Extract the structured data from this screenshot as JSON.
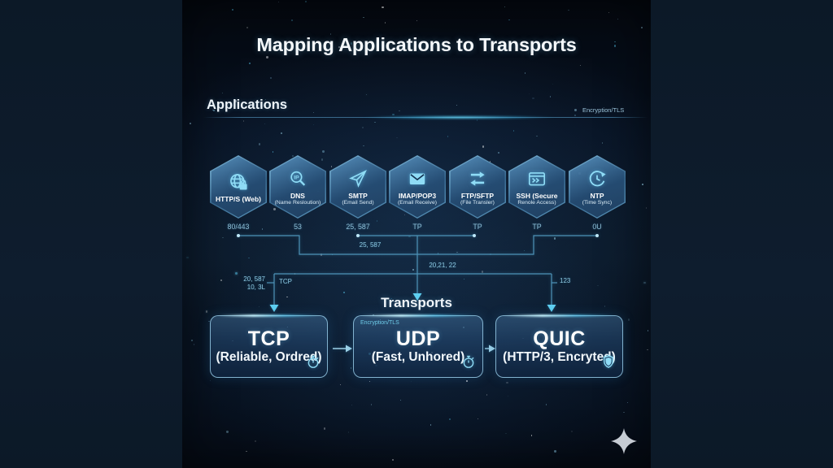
{
  "title": "Mapping Applications to Transports",
  "applications_section": {
    "label": "Applications",
    "encryption_note": "Encryption/TLS"
  },
  "applications": [
    {
      "line1": "HTTP/S (Web)",
      "line2": "",
      "port": "80/443",
      "icon": "globe-lock-icon"
    },
    {
      "line1": "DNS",
      "line2": "(Name Resloution)",
      "port": "53",
      "icon": "ip-search-icon"
    },
    {
      "line1": "SMTP",
      "line2": "(Email Send)",
      "port": "25, 587",
      "icon": "paper-plane-icon"
    },
    {
      "line1": "IMAP/POP3",
      "line2": "(Email Receive)",
      "port": "TP",
      "icon": "envelope-icon"
    },
    {
      "line1": "FTP/SFTP",
      "line2": "(File Transler)",
      "port": "TP",
      "icon": "transfer-arrows-icon"
    },
    {
      "line1": "SSH (Secure",
      "line2": "Renole Access)",
      "port": "TP",
      "icon": "terminal-icon"
    },
    {
      "line1": "NTP",
      "line2": "(Time Sync)",
      "port": "0U",
      "icon": "clock-sync-icon"
    }
  ],
  "connection_labels": {
    "smtp_collector": "25, 587",
    "ftp_collector": "20,21, 22",
    "tcp_ports_line1": "20, 587",
    "tcp_ports_line2": "10, 3L",
    "tcp_tag": "TCP",
    "quic_port": "123"
  },
  "transports_section": {
    "label": "Transports"
  },
  "transports": [
    {
      "name": "TCP",
      "sub": "(Reliable, Ordred)",
      "note": "",
      "icon": "stopwatch-icon"
    },
    {
      "name": "UDP",
      "sub": "(Fast, Unhored)",
      "note": "Encryption/TLS",
      "icon": "stopwatch-icon"
    },
    {
      "name": "QUIC",
      "sub": "(HTTP/3, Encryted)",
      "note": "",
      "icon": "shield-icon"
    }
  ],
  "colors": {
    "accent_cyan": "#4fc9ee",
    "line_blue": "#4e93b8",
    "hex_border": "#6fb0d2",
    "panel_navy": "#0d1b2b",
    "box_border": "#8cc3de",
    "dim_text": "#8fc0d8"
  }
}
